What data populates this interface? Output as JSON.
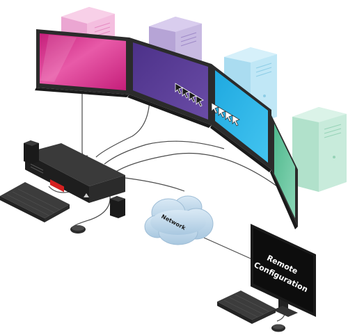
{
  "diagram": {
    "network_label": "Network",
    "remote_label_line1": "Remote",
    "remote_label_line2": "Configuration"
  },
  "colors": {
    "screen_magenta": "#d6338c",
    "screen_purple": "#5d3f98",
    "screen_cyan": "#2bb5e8",
    "screen_green": "#6dc8a3",
    "tower_pink": "#f3b7dc",
    "tower_lavender": "#c5b6e0",
    "tower_lightblue": "#bde6f5",
    "tower_mint": "#c5ead9",
    "bezel": "#2b2b2b",
    "cloud": "#bfd8ea"
  }
}
